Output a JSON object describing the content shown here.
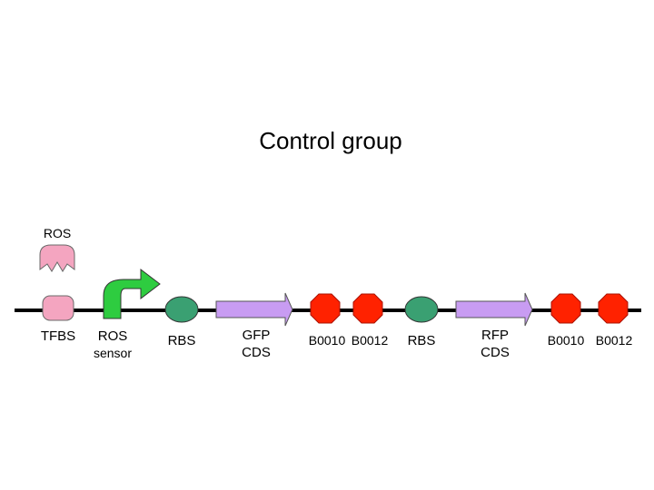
{
  "title": "Control group",
  "ligand": {
    "label": "ROS",
    "color": "#f4a5c0"
  },
  "colors": {
    "backbone": "#000000",
    "promoter": "#2ecc40",
    "rbs": "#3aa072",
    "cds": "#c89cf2",
    "terminator": "#ff2200",
    "tfbs": "#f4a5c0"
  },
  "parts": [
    {
      "type": "tfbs",
      "label": "TFBS"
    },
    {
      "type": "promoter",
      "label_line1": "ROS",
      "label_line2": "sensor"
    },
    {
      "type": "rbs",
      "label": "RBS"
    },
    {
      "type": "cds",
      "label_line1": "GFP",
      "label_line2": "CDS"
    },
    {
      "type": "terminator",
      "label": "B0010"
    },
    {
      "type": "terminator",
      "label": "B0012"
    },
    {
      "type": "rbs",
      "label": "RBS"
    },
    {
      "type": "cds",
      "label_line1": "RFP",
      "label_line2": "CDS"
    },
    {
      "type": "terminator",
      "label": "B0010"
    },
    {
      "type": "terminator",
      "label": "B0012"
    }
  ]
}
